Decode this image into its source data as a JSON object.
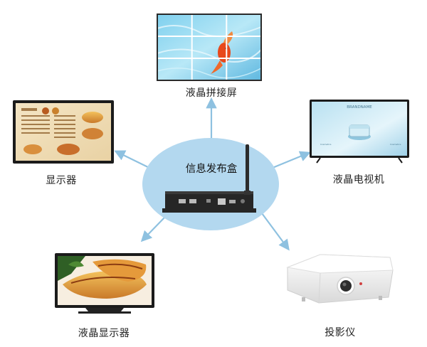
{
  "center": {
    "label": "信息发布盒"
  },
  "devices": [
    {
      "id": "video-wall",
      "label": "液晶拼接屏"
    },
    {
      "id": "display",
      "label": "显示器"
    },
    {
      "id": "lcd-tv",
      "label": "液晶电视机",
      "screen_texts": [
        "BRANDNAME",
        "Cosmetics",
        "Cosmetics"
      ]
    },
    {
      "id": "lcd-monitor",
      "label": "液晶显示器"
    },
    {
      "id": "projector",
      "label": "投影仪"
    }
  ],
  "colors": {
    "hub_ellipse": "#b3d8ef",
    "arrow": "#8ec1e0",
    "bezel": "#1b1b1b",
    "device_box": "#262626",
    "projector": "#f2f2f2"
  }
}
